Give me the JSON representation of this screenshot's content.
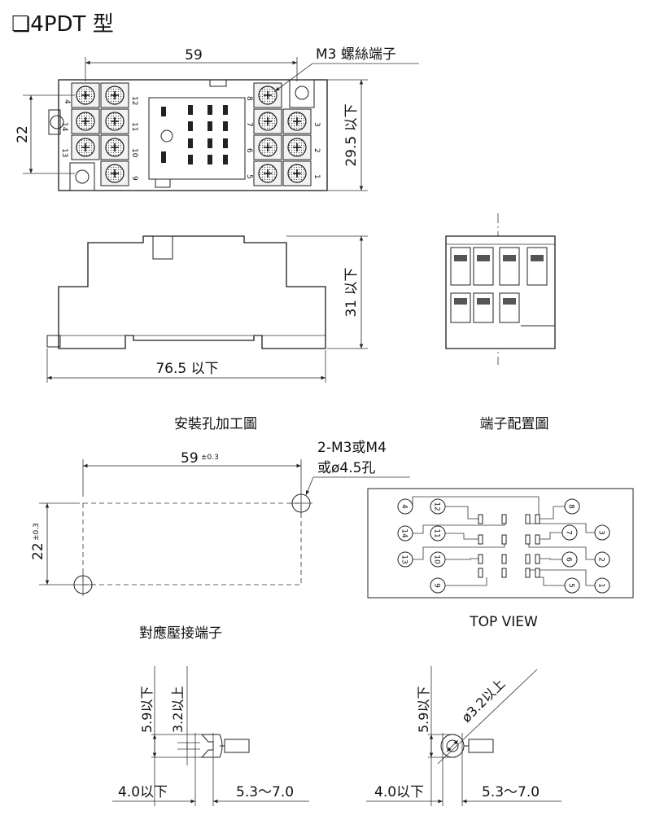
{
  "title": "❏4PDT 型",
  "top_view_dims": {
    "width_59": "59",
    "screw_label": "M3 螺絲端子",
    "height_22": "22",
    "height_29_5": "29.5 以下",
    "terminal_numbers_left": [
      "4",
      "14",
      "13"
    ],
    "terminal_numbers_mid_left": [
      "12",
      "11",
      "10",
      "9"
    ],
    "terminal_numbers_mid_right": [
      "8",
      "7",
      "6",
      "5"
    ],
    "terminal_numbers_right": [
      "3",
      "2",
      "1"
    ]
  },
  "side_view_dims": {
    "length": "76.5 以下",
    "height": "31 以下"
  },
  "mounting": {
    "title": "安裝孔加工圖",
    "width": "59",
    "width_tol": "±0.3",
    "height": "22",
    "height_tol": "±0.3",
    "hole_label_1": "2-M3或M4",
    "hole_label_2": "或ø4.5孔"
  },
  "terminal_layout": {
    "title": "端子配置圖",
    "caption": "TOP VIEW",
    "numbers": [
      "4",
      "12",
      "8",
      "14",
      "11",
      "7",
      "3",
      "13",
      "10",
      "6",
      "2",
      "9",
      "5",
      "1"
    ]
  },
  "crimp": {
    "title": "對應壓接端子",
    "left": {
      "d1": "5.9以下",
      "d2": "3.2以上",
      "w1": "4.0以下",
      "w2": "5.3～7.0"
    },
    "right": {
      "d1": "5.9以下",
      "d2": "ø3.2以上",
      "w1": "4.0以下",
      "w2": "5.3～7.0"
    }
  }
}
